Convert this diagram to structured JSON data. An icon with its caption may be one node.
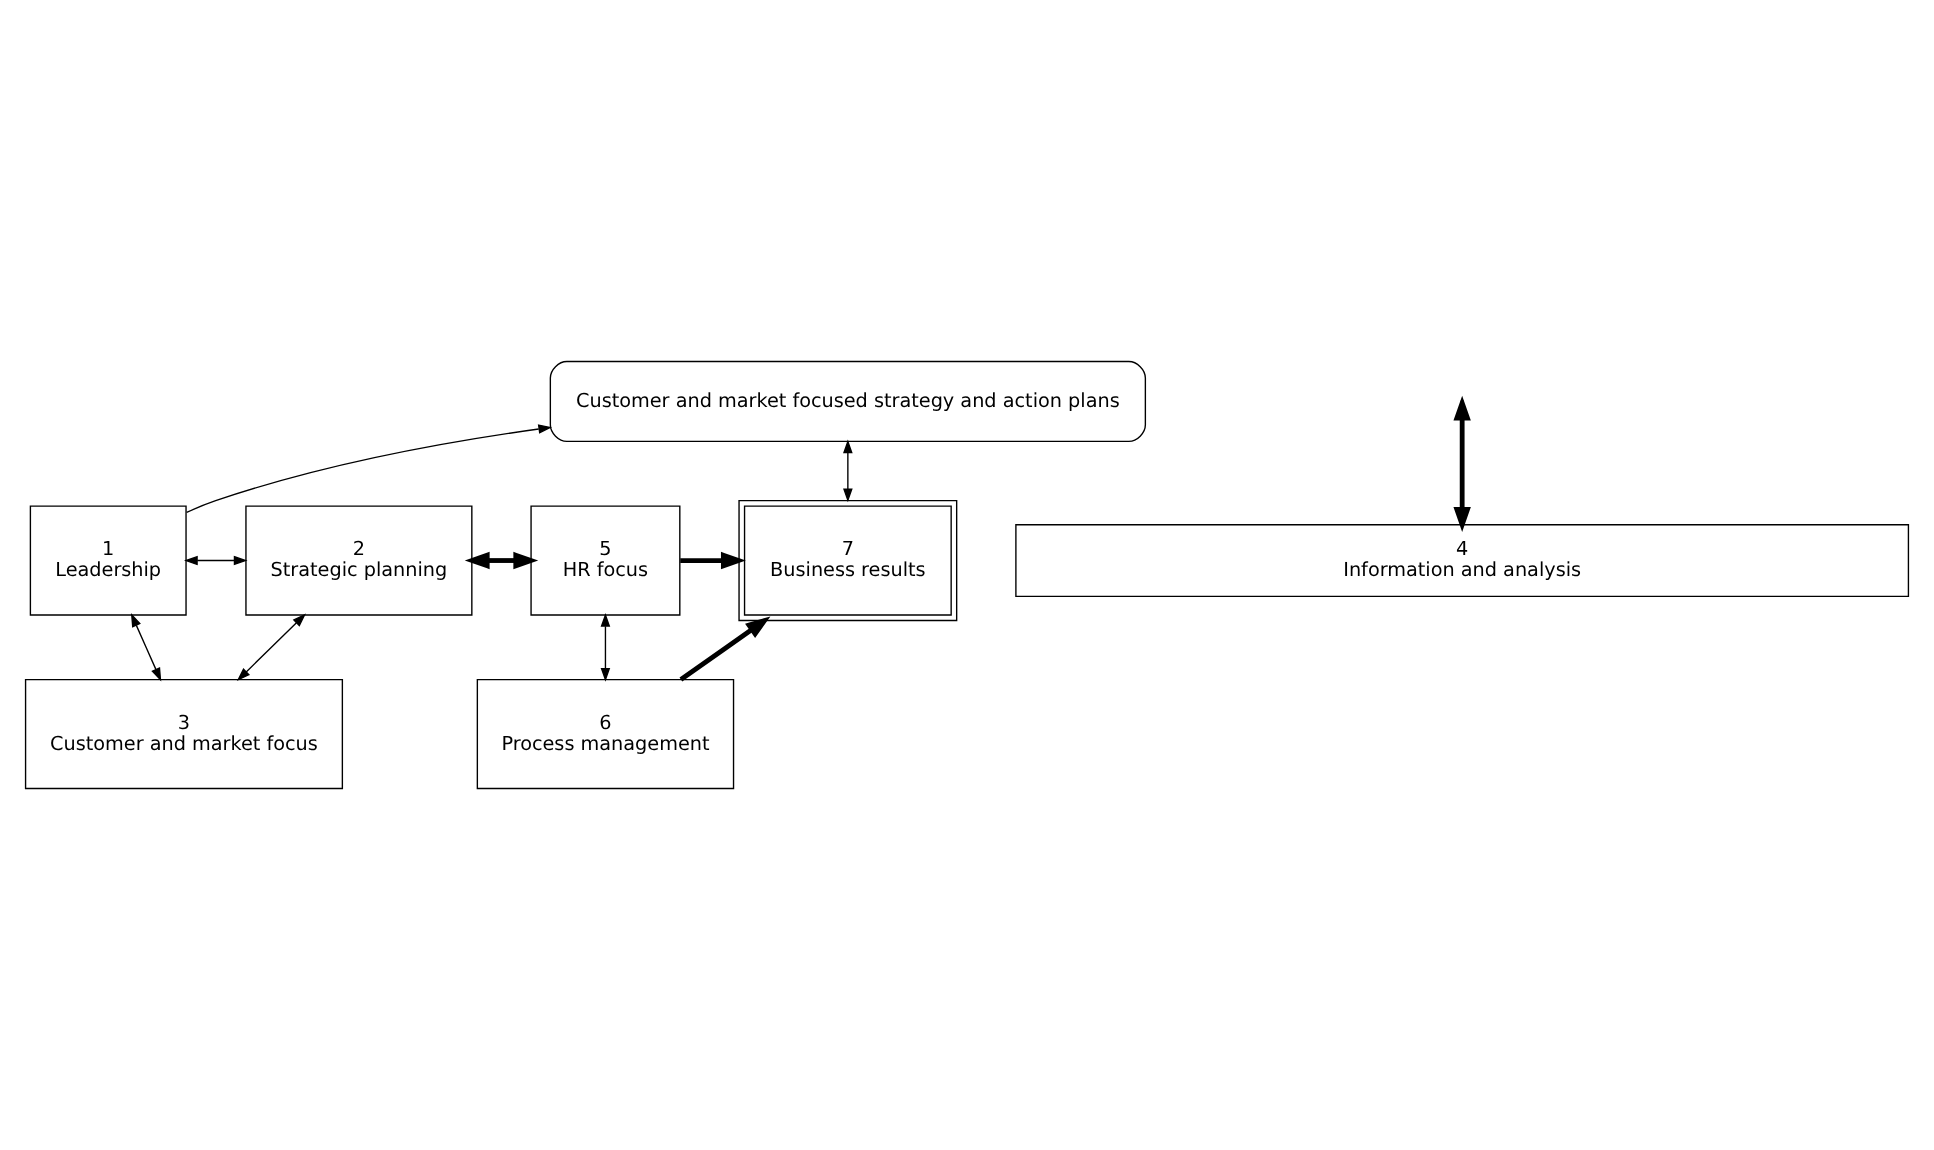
{
  "diagram": {
    "nodes": [
      {
        "text": [
          "Customer and market focused strategy and action plans"
        ]
      },
      {
        "text": [
          "1",
          "Leadership"
        ]
      },
      {
        "text": [
          "2",
          "Strategic planning"
        ]
      },
      {
        "text": [
          "3",
          "Customer and market focus"
        ]
      },
      {
        "text": [
          "4",
          "Information and analysis"
        ]
      },
      {
        "text": [
          "5",
          "HR focus"
        ]
      },
      {
        "text": [
          "6",
          "Process management"
        ]
      },
      {
        "text": [
          "7",
          "Business results"
        ]
      }
    ],
    "edges": [
      {
        "from": 1,
        "to": 0,
        "arrow": "to"
      },
      {
        "from": 0,
        "to": 7,
        "arrow": "both"
      },
      {
        "from": 1,
        "to": 2,
        "arrow": "both"
      },
      {
        "from": 1,
        "to": 3,
        "arrow": "both"
      },
      {
        "from": 2,
        "to": 3,
        "arrow": "both"
      },
      {
        "from": 2,
        "to": 5,
        "arrow": "both",
        "style": "thick"
      },
      {
        "from": 5,
        "to": 6,
        "arrow": "both"
      },
      {
        "from": 5,
        "to": 7,
        "arrow": "to",
        "style": "thick"
      },
      {
        "from": 6,
        "to": 7,
        "arrow": "to",
        "style": "thick"
      },
      {
        "from": null,
        "to": 4,
        "arrow": "both",
        "style": "thick"
      }
    ]
  }
}
